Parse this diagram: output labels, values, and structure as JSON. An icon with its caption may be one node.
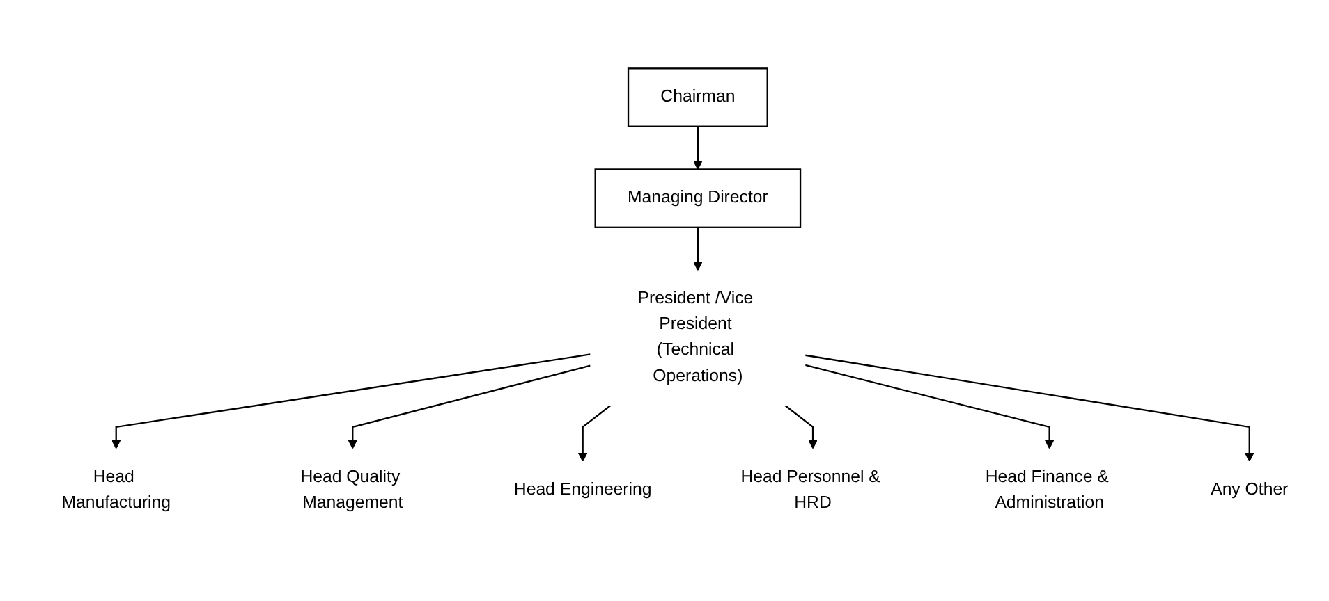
{
  "diagram": {
    "nodes": [
      {
        "text": [
          "Chairman"
        ]
      },
      {
        "text": [
          "Managing Director"
        ]
      },
      {
        "text": [
          "President /Vice President (Technical Operations)"
        ]
      },
      {
        "text": [
          "Head Manufacturing"
        ]
      },
      {
        "text": [
          "Head Quality Management"
        ]
      },
      {
        "text": [
          "Head Engineering"
        ]
      },
      {
        "text": [
          "Head Personnel & HRD"
        ]
      },
      {
        "text": [
          "Head Finance & Administration"
        ]
      },
      {
        "text": [
          "Any Other"
        ]
      }
    ],
    "edges": [
      {
        "from": 0,
        "to": 1,
        "arrow": "to"
      },
      {
        "from": 1,
        "to": 2,
        "arrow": "to"
      },
      {
        "from": 2,
        "to": 3,
        "arrow": "to"
      },
      {
        "from": 2,
        "to": 4,
        "arrow": "to"
      },
      {
        "from": 2,
        "to": 5,
        "arrow": "to"
      },
      {
        "from": 2,
        "to": 6,
        "arrow": "to"
      },
      {
        "from": 2,
        "to": 7,
        "arrow": "to"
      },
      {
        "from": 2,
        "to": 8,
        "arrow": "to"
      }
    ]
  }
}
